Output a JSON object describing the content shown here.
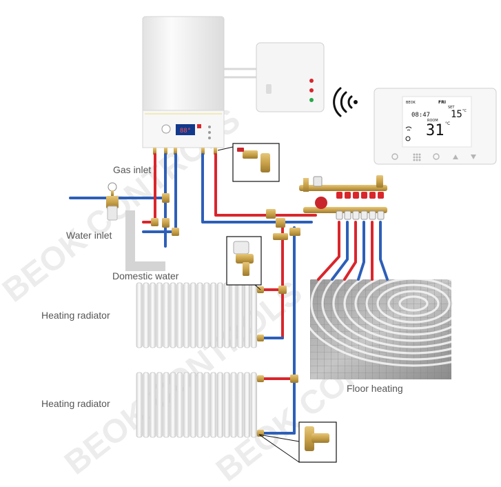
{
  "labels": {
    "gas_inlet": "Gas inlet",
    "water_inlet": "Water inlet",
    "domestic_water": "Domestic water",
    "heating_radiator_1": "Heating radiator",
    "heating_radiator_2": "Heating radiator",
    "floor_heating": "Floor heating"
  },
  "thermostat_display": {
    "brand": "BEOK",
    "day": "FRI",
    "time": "08:47",
    "set_label": "SET",
    "set_temp": "15",
    "room_label": "ROOM",
    "room_temp": "31",
    "unit": "°C"
  },
  "boiler_display": {
    "reading": "88°"
  },
  "watermark": {
    "text": "BEOK CONTROLS"
  },
  "colors": {
    "hot_pipe": "#d9262c",
    "cold_pipe": "#2d5fb8",
    "brass": "#c9a24a",
    "boiler_body": "#f2f2f2",
    "led_red": "#d9262c",
    "led_green": "#2aa84a"
  }
}
